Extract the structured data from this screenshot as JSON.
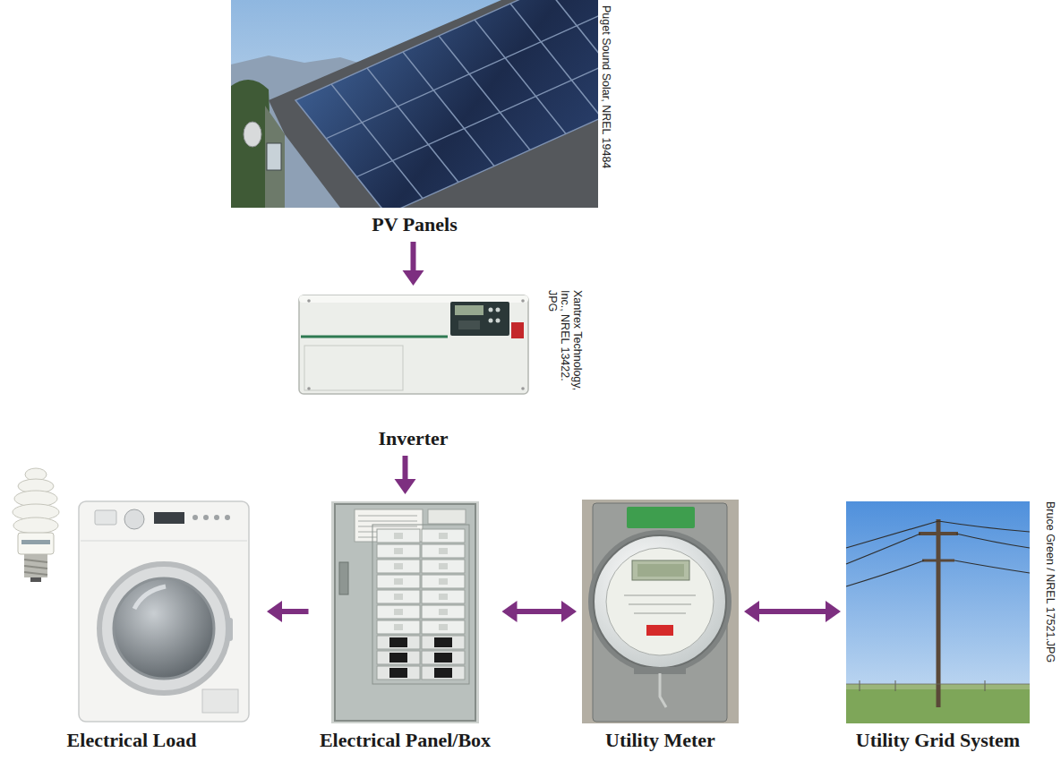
{
  "diagram": {
    "nodes": [
      {
        "text": [
          "PV Panels"
        ]
      },
      {
        "text": [
          "Inverter"
        ]
      },
      {
        "text": [
          "Electrical Load"
        ]
      },
      {
        "text": [
          "Electrical Panel/Box"
        ]
      },
      {
        "text": [
          "Utility Meter"
        ]
      },
      {
        "text": [
          "Utility Grid System"
        ]
      }
    ],
    "edges": [
      {
        "from": 0,
        "to": 1,
        "arrow": "to"
      },
      {
        "from": 1,
        "to": 3,
        "arrow": "to"
      },
      {
        "from": 3,
        "to": 2,
        "arrow": "to"
      },
      {
        "from": 3,
        "to": 4,
        "arrow": "both"
      },
      {
        "from": 4,
        "to": 5,
        "arrow": "both"
      }
    ],
    "labels": [
      "Puget Sound Solar, NREL 19484",
      "Xantrex Technology, Inc., NREL 13422. JPG",
      "Bruce Green / NREL 17521.JPG"
    ]
  }
}
